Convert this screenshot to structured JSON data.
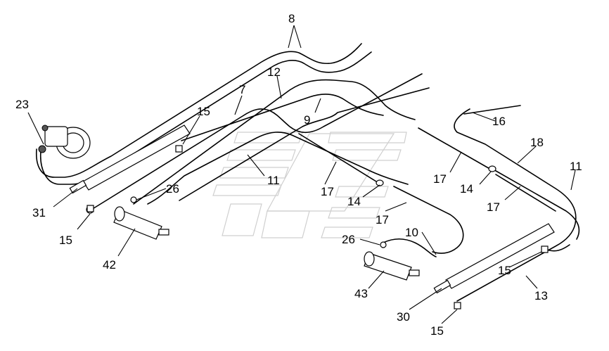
{
  "callouts": {
    "c8": "8",
    "c12": "12",
    "c7": "7",
    "c9": "9",
    "c23": "23",
    "c15a": "15",
    "c26a": "26",
    "c11a": "11",
    "c17a": "17",
    "c14a": "14",
    "c17b": "17",
    "c31": "31",
    "c15b": "15",
    "c42": "42",
    "c16": "16",
    "c18": "18",
    "c11b": "11",
    "c17c": "17",
    "c14b": "14",
    "c17d": "17",
    "c26b": "26",
    "c10": "10",
    "c43": "43",
    "c15c": "15",
    "c13": "13",
    "c30": "30",
    "c15d": "15"
  },
  "colors": {
    "line": "#000000",
    "background": "#ffffff",
    "watermark": "#cfcfcf"
  },
  "icons": [
    "hydraulic-motor-icon",
    "hydraulic-cylinder-icon",
    "hose-fitting-icon"
  ]
}
